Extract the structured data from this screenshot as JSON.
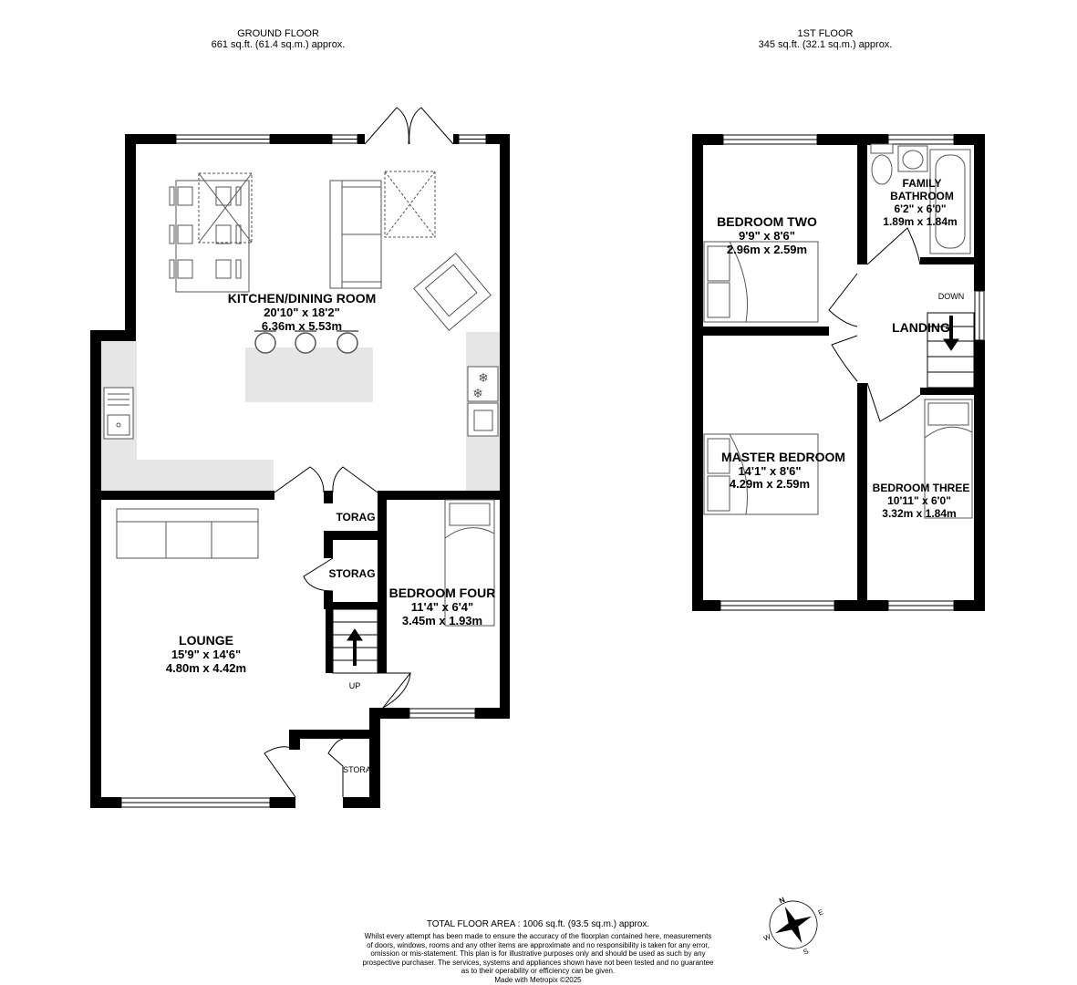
{
  "ground_floor": {
    "title": "GROUND FLOOR",
    "area": "661 sq.ft. (61.4 sq.m.) approx.",
    "rooms": {
      "kitchen": {
        "name": "KITCHEN/DINING ROOM",
        "imperial": "20'10\"  x 18'2\"",
        "metric": "6.36m  x 5.53m"
      },
      "lounge": {
        "name": "LOUNGE",
        "imperial": "15'9\"  x 14'6\"",
        "metric": "4.80m  x 4.42m"
      },
      "bedroom_four": {
        "name": "BEDROOM FOUR",
        "imperial": "11'4\"  x 6'4\"",
        "metric": "3.45m  x 1.93m"
      },
      "storage_1": "TORAG",
      "storage_2": "STORAG",
      "storage_3": "STORAG"
    },
    "stairs_label": "UP"
  },
  "first_floor": {
    "title": "1ST FLOOR",
    "area": "345 sq.ft. (32.1 sq.m.) approx.",
    "rooms": {
      "bedroom_two": {
        "name": "BEDROOM TWO",
        "imperial": "9'9\"  x 8'6\"",
        "metric": "2.96m  x 2.59m"
      },
      "family_bathroom": {
        "name_line1": "FAMILY",
        "name_line2": "BATHROOM",
        "imperial": "6'2\"  x 6'0\"",
        "metric": "1.89m  x 1.84m"
      },
      "master_bedroom": {
        "name": "MASTER BEDROOM",
        "imperial": "14'1\"  x 8'6\"",
        "metric": "4.29m  x 2.59m"
      },
      "bedroom_three": {
        "name": "BEDROOM THREE",
        "imperial": "10'11\"  x 6'0\"",
        "metric": "3.32m  x 1.84m"
      },
      "landing": {
        "name": "LANDING"
      }
    },
    "stairs_label": "DOWN"
  },
  "footer": {
    "total": "TOTAL FLOOR AREA : 1006 sq.ft. (93.5 sq.m.) approx.",
    "disclaimer_lines": [
      "Whilst every attempt has been made to ensure the accuracy of the floorplan contained here, measurements",
      "of doors, windows, rooms and any other items are approximate and no responsibility is taken for any error,",
      "omission or mis-statement. This plan is for illustrative purposes only and should be used as such by any",
      "prospective purchaser. The services, systems and appliances shown have not been tested and no guarantee",
      "as to their operability or efficiency can be given.",
      "Made with Metropix ©2025"
    ]
  },
  "compass": {
    "n": "N",
    "e": "E",
    "s": "S",
    "w": "W"
  },
  "colors": {
    "wall": "#000000",
    "counter": "#e6e6e6",
    "furniture": "#555555"
  }
}
